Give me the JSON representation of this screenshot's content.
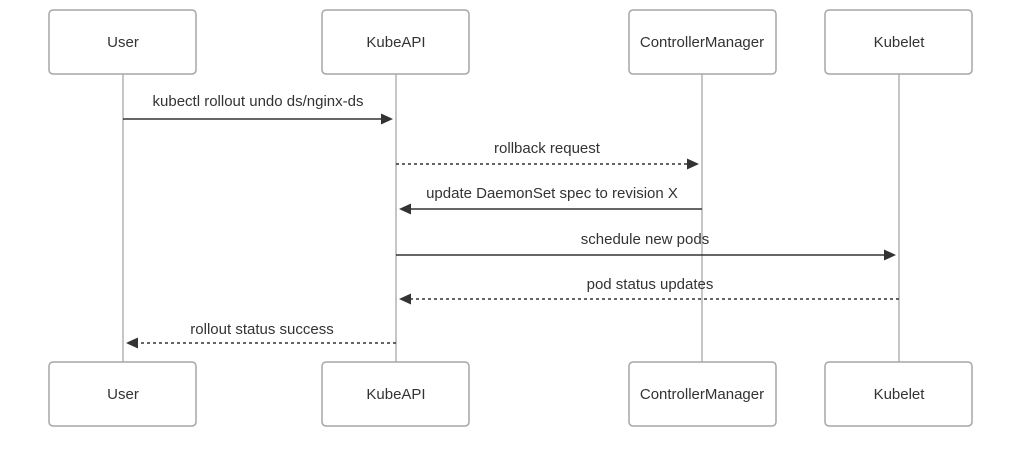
{
  "diagram": {
    "participants": [
      "User",
      "KubeAPI",
      "ControllerManager",
      "Kubelet"
    ],
    "messages": [
      {
        "from": 0,
        "to": 1,
        "label": "kubectl rollout undo ds/nginx-ds",
        "style": "solid"
      },
      {
        "from": 1,
        "to": 2,
        "label": "rollback request",
        "style": "dashed"
      },
      {
        "from": 2,
        "to": 1,
        "label": "update DaemonSet spec to revision X",
        "style": "solid"
      },
      {
        "from": 1,
        "to": 3,
        "label": "schedule new pods",
        "style": "solid"
      },
      {
        "from": 3,
        "to": 1,
        "label": "pod status updates",
        "style": "dashed"
      },
      {
        "from": 1,
        "to": 0,
        "label": "rollout status success",
        "style": "dashed"
      }
    ],
    "colors": {
      "box_border": "#a6a6a6",
      "lifeline": "#b3b3b3",
      "arrow": "#333333",
      "text": "#333333"
    }
  }
}
